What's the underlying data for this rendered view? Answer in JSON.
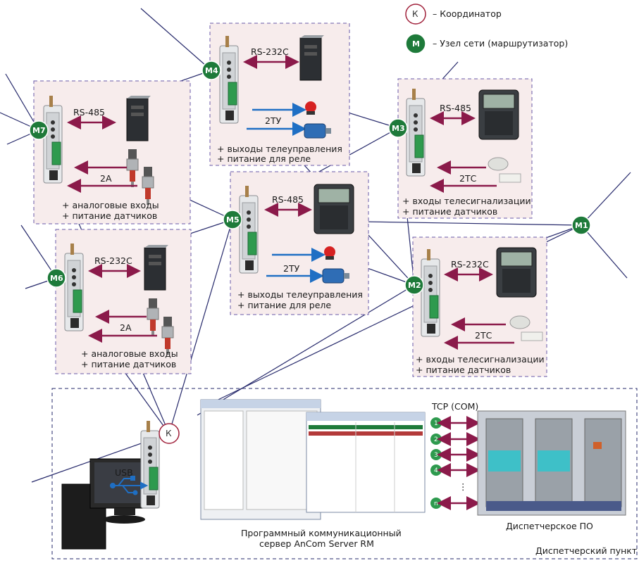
{
  "legend": {
    "coordinator_symbol": "К",
    "coordinator_text": "– Координатор",
    "node_symbol": "М",
    "node_text": "– Узел сети (маршрутизатор)"
  },
  "nodes": {
    "m1": "М1",
    "m2": "М2",
    "m3": "М3",
    "m4": "М4",
    "m5": "М5",
    "m6": "М6",
    "m7": "М7",
    "k": "К"
  },
  "boxes": {
    "m4": {
      "iface": "RS-232C",
      "sig": "2ТУ",
      "line1": "+ выходы телеуправления",
      "line2": "+ питание для реле"
    },
    "m7": {
      "iface": "RS-485",
      "sig": "2А",
      "line1": "+ аналоговые входы",
      "line2": "+ питание датчиков"
    },
    "m3": {
      "iface": "RS-485",
      "sig": "2ТС",
      "line1": "+ входы телесигнализации",
      "line2": "+ питание датчиков"
    },
    "m5": {
      "iface": "RS-485",
      "sig": "2ТУ",
      "line1": "+ выходы телеуправления",
      "line2": "+ питание для реле"
    },
    "m6": {
      "iface": "RS-232C",
      "sig": "2А",
      "line1": "+ аналоговые входы",
      "line2": "+ питание датчиков"
    },
    "m2": {
      "iface": "RS-232C",
      "sig": "2ТС",
      "line1": "+ входы телесигнализации",
      "line2": "+ питание датчиков"
    }
  },
  "dispatch": {
    "usb": "USB",
    "tcp": "TCP (COM)",
    "ports": [
      "1",
      "2",
      "3",
      "4",
      "n"
    ],
    "ellipsis": "⋮",
    "server_line1": "Программный коммуникационный",
    "server_line2": "сервер AnCom Server RM",
    "dispatcher_sw": "Диспетчерское ПО",
    "dispatch_point": "Диспетчерский пункт"
  },
  "colors": {
    "node_green": "#1e7a3a",
    "link_blue": "#26296b",
    "arrow_purple": "#8b1a4a",
    "arrow_blue": "#1f6fc4",
    "box_fill": "#f7ecec",
    "box_border": "#6a5aa8"
  }
}
